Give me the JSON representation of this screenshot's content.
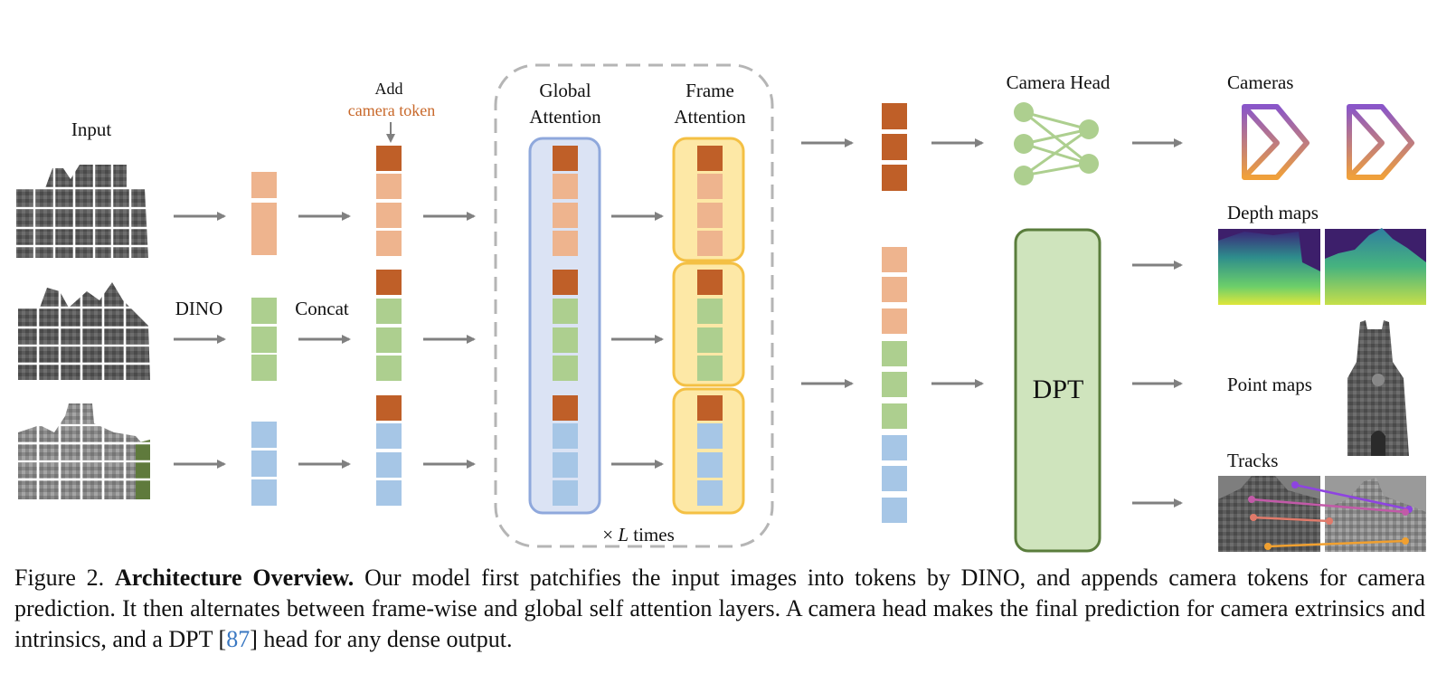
{
  "figure": {
    "input_label": "Input",
    "dino_label": "DINO",
    "concat_label": "Concat",
    "add_label": "Add",
    "camera_token_label": "camera token",
    "global_attention_line1": "Global",
    "global_attention_line2": "Attention",
    "frame_attention_line1": "Frame",
    "frame_attention_line2": "Attention",
    "times_prefix": "×",
    "times_var": "L",
    "times_suffix": "times",
    "camera_head_label": "Camera Head",
    "dpt_label": "DPT",
    "cameras_label": "Cameras",
    "depth_maps_label": "Depth maps",
    "point_maps_label": "Point maps",
    "tracks_label": "Tracks"
  },
  "colors": {
    "camera_token": "#bf5f28",
    "orange_token": "#eeb48e",
    "green_token": "#adcf8f",
    "blue_token": "#a6c6e6",
    "global_box_fill": "#dbe3f4",
    "global_box_stroke": "#8fa8dc",
    "frame_box_fill": "#fde8a6",
    "frame_box_stroke": "#f4c044",
    "dpt_fill": "#cfe4bd",
    "dpt_stroke": "#5a7d3c",
    "arrow": "#808080",
    "camera_token_text": "#c8682a",
    "link": "#3a78c2"
  },
  "icons": [
    "cathedral-image-1",
    "cathedral-image-2",
    "cathedral-image-3",
    "camera-frustum-icon",
    "mlp-network-icon",
    "depth-map",
    "point-map",
    "tracks-image"
  ],
  "caption": {
    "figure_number": "Figure 2.",
    "title": "Architecture Overview.",
    "text_before_ref": "Our model first patchifies the input images into tokens by DINO, and appends camera tokens for camera prediction.  It then alternates between frame-wise and global self attention layers.  A camera head makes the final prediction for camera extrinsics and intrinsics, and a DPT [",
    "ref": "87",
    "text_after_ref": "] head for any dense output."
  }
}
